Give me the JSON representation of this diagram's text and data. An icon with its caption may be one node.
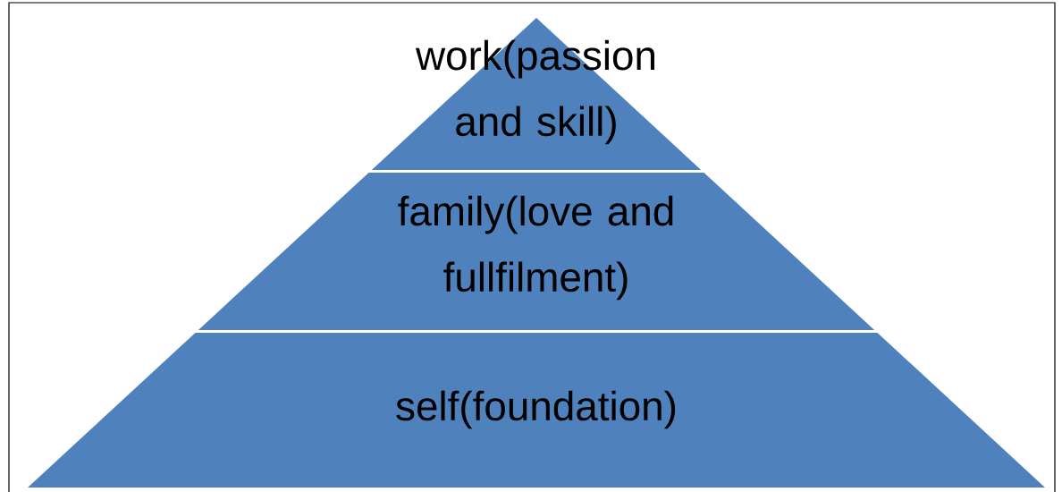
{
  "diagram": {
    "nodes": [
      {
        "text": [
          "work(passion and skill)"
        ]
      },
      {
        "text": [
          "family(love and fullfilment)"
        ]
      },
      {
        "text": [
          "self(foundation)"
        ]
      }
    ]
  }
}
